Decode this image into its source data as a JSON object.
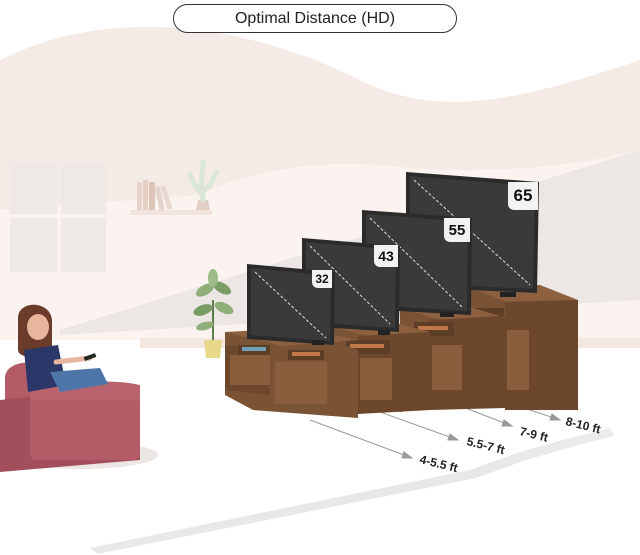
{
  "header": {
    "title": "Optimal Distance (HD)"
  },
  "tv_sizes": [
    "32",
    "43",
    "55",
    "65"
  ],
  "distances": [
    "4-5.5 ft",
    "5.5-7 ft",
    "7-9 ft",
    "8-10 ft"
  ],
  "colors": {
    "wall": "#faf3ef",
    "floor": "#ffffff",
    "wood": "#7a5234",
    "wood_dark": "#5e3d26",
    "screen": "#2b2b2b",
    "armchair": "#b35c68",
    "window": "#eee9e6"
  }
}
